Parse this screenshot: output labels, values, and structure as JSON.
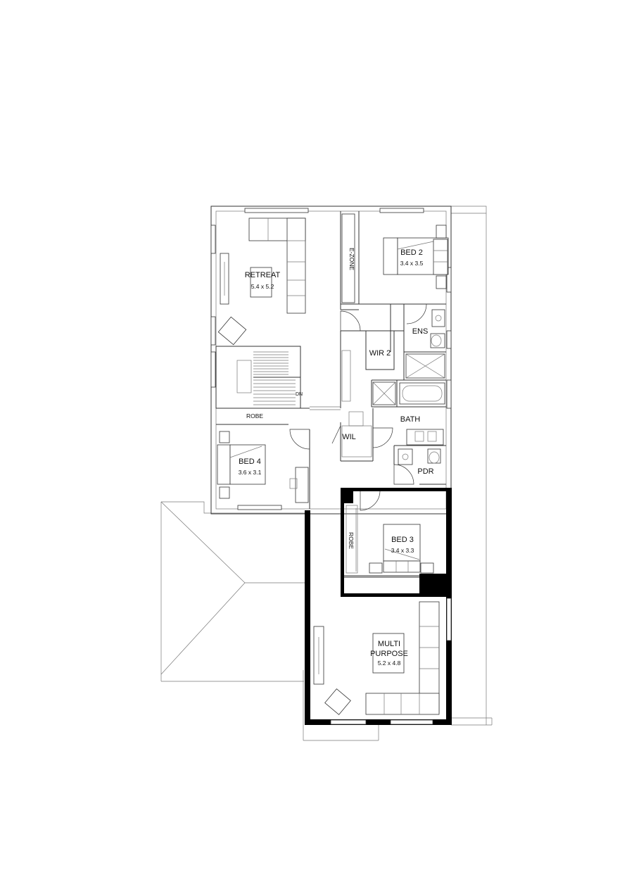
{
  "rooms": {
    "retreat": {
      "name": "RETREAT",
      "dims": "5.4 x 5.2"
    },
    "bed2": {
      "name": "BED 2",
      "dims": "3.4 x 3.5"
    },
    "bed3": {
      "name": "BED 3",
      "dims": "3.4 x 3.3"
    },
    "bed4": {
      "name": "BED 4",
      "dims": "3.6 x 3.1"
    },
    "multi": {
      "name_line1": "MULTI",
      "name_line2": "PURPOSE",
      "dims": "5.2 x 4.8"
    },
    "ezone": "E-ZONE",
    "ens": "ENS",
    "wir2": "WIR 2",
    "bath": "BATH",
    "wil": "WIL",
    "pdr": "PDR",
    "robe_top": "ROBE",
    "robe_side": "ROBE",
    "stair_dn": "DN"
  }
}
